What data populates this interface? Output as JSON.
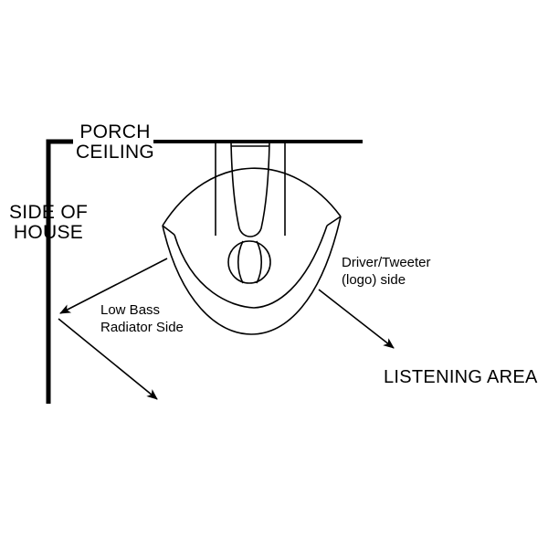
{
  "labels": {
    "porch_ceiling_line1": "PORCH",
    "porch_ceiling_line2": "CEILING",
    "side_of_house_line1": "SIDE OF",
    "side_of_house_line2": "HOUSE",
    "driver_line1": "Driver/Tweeter",
    "driver_line2": "(logo) side",
    "bass_line1": "Low Bass",
    "bass_line2": "Radiator Side",
    "listening_area": "LISTENING AREA"
  },
  "colors": {
    "stroke": "#000000",
    "background": "#ffffff"
  },
  "icons": {
    "arrowhead": "arrowhead-icon"
  }
}
